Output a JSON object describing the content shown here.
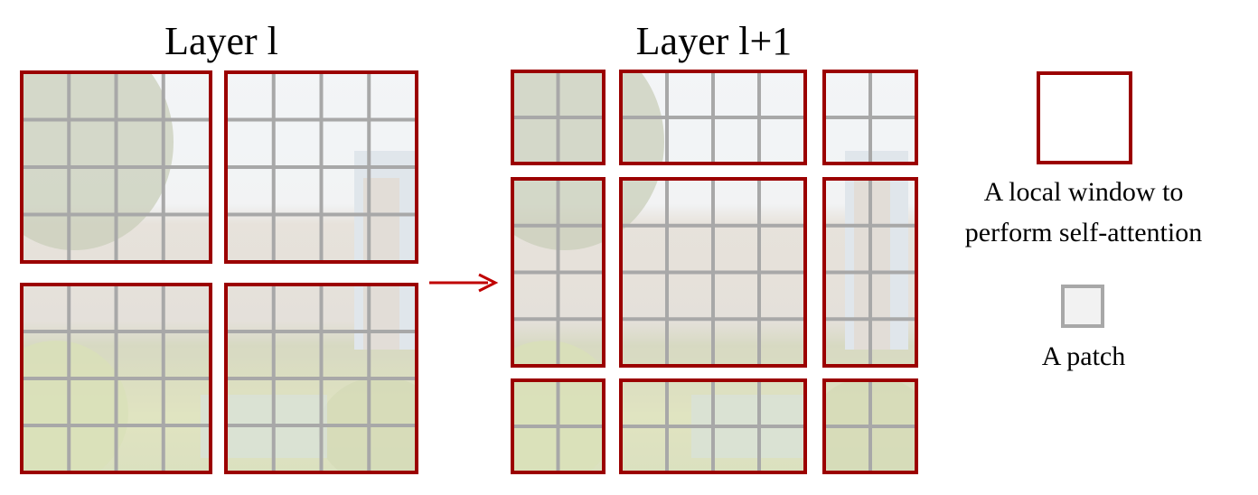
{
  "titles": {
    "left": "Layer l",
    "right": "Layer l+1"
  },
  "legend": {
    "window_line1": "A local window to",
    "window_line2": "perform self-attention",
    "patch": "A patch"
  },
  "colors": {
    "window_border": "#9b0000",
    "patch_grid": "#a8a8a8",
    "arrow": "#c00000"
  },
  "layer_l": {
    "window_grid": [
      2,
      2
    ],
    "patches_per_window": [
      4,
      4
    ]
  },
  "layer_l1": {
    "column_patches": [
      2,
      4,
      2
    ],
    "row_patches": [
      2,
      4,
      2
    ]
  }
}
